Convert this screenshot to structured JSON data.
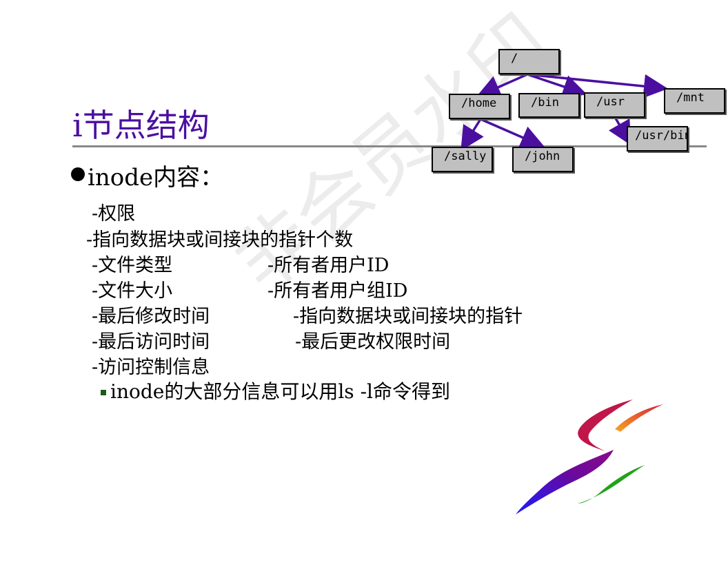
{
  "title": "i节点结构",
  "main_bullet": "inode内容：",
  "items": [
    "-权限",
    "-指向数据块或间接块的指针个数",
    "-文件类型",
    "-所有者用户ID",
    "-文件大小",
    "-所有者用户组ID",
    "-最后修改时间",
    "-指向数据块或间接块的指针",
    "-最后访问时间",
    "-最后更改权限时间",
    "-访问控制信息"
  ],
  "note": "inode的大部分信息可以用ls -l命令得到",
  "watermark": "非会员水印",
  "tree": {
    "nodes": [
      "/",
      "/home",
      "/bin",
      "/usr",
      "/mnt",
      "/usr/bin",
      "/sally",
      "/john"
    ]
  },
  "colors": {
    "title": "#4b0fa0",
    "arrow": "#4b0fa0",
    "node_fill": "#c0c0c0",
    "rule": "#888888"
  }
}
